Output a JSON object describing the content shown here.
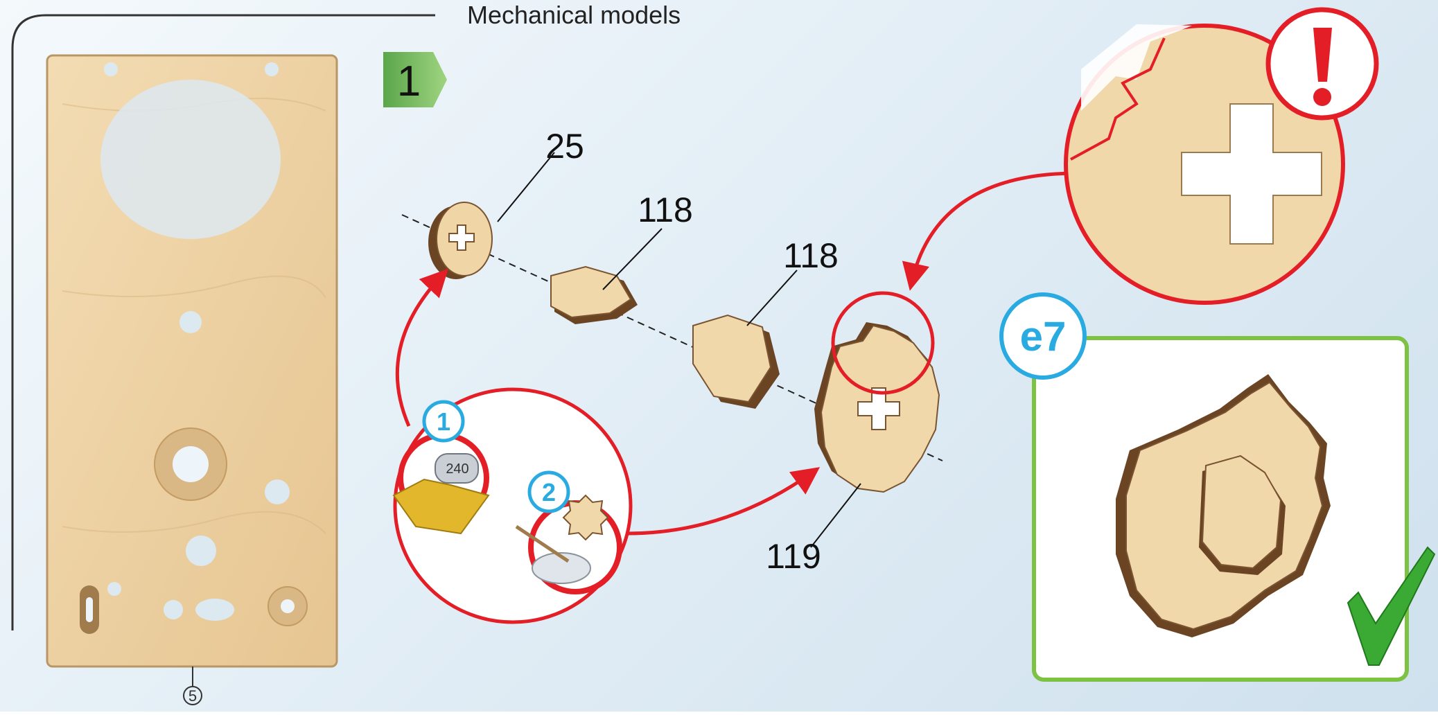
{
  "section_title": "Mechanical models",
  "step_number": "1",
  "sheet_label": "5",
  "part_labels": [
    "25",
    "118",
    "118",
    "119"
  ],
  "inset_steps": [
    "1",
    "2"
  ],
  "sandpaper_grit": "240",
  "result_code": "e7",
  "colors": {
    "red": "#e41e26",
    "blue": "#29abe2",
    "green": "#7dc242",
    "wood": "#ecd2a4",
    "wood_dark": "#5a3a1e"
  }
}
